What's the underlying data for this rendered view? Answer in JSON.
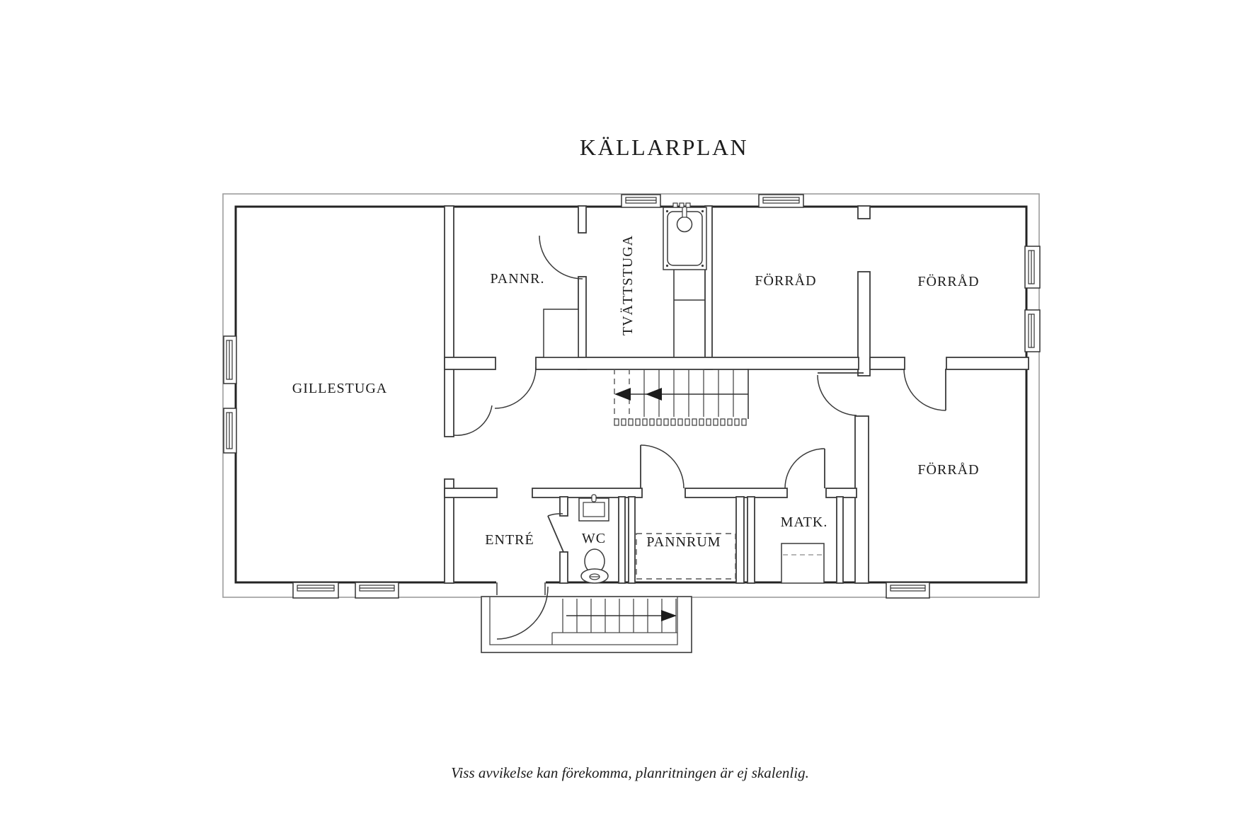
{
  "title": "KÄLLARPLAN",
  "footer": {
    "disclaimer": "Viss avvikelse kan förekomma, planritningen är ej skalenlig."
  },
  "rooms": {
    "gillestuga": {
      "label": "GILLESTUGA"
    },
    "pannr": {
      "label": "PANNR."
    },
    "tvattstuga": {
      "label": "TVÄTTSTUGA"
    },
    "forrad_nw": {
      "label": "FÖRRÅD"
    },
    "forrad_ne": {
      "label": "FÖRRÅD"
    },
    "forrad_se": {
      "label": "FÖRRÅD"
    },
    "entre": {
      "label": "ENTRÉ"
    },
    "wc": {
      "label": "WC"
    },
    "pannrum": {
      "label": "PANNRUM"
    },
    "matk": {
      "label": "MATK."
    }
  },
  "colors": {
    "background": "#ffffff",
    "wall": "#3a3a3a",
    "wall_inner_face": "#242424",
    "outer_boundary": "#9c9c9c",
    "text": "#1c1c1c",
    "dashed": "#555555"
  }
}
